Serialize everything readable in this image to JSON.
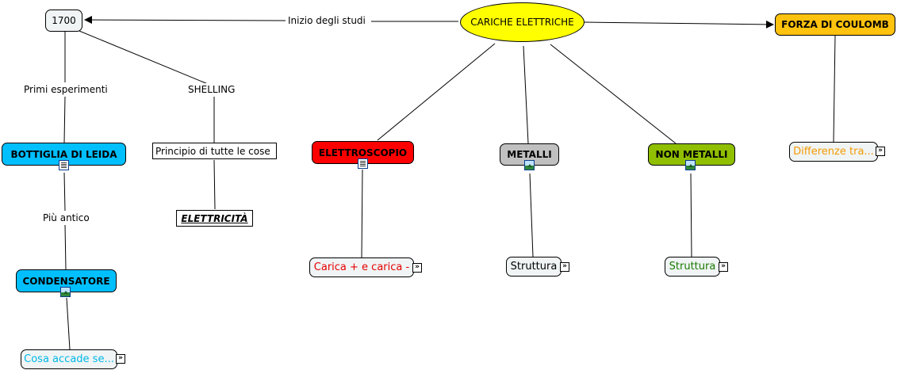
{
  "map": {
    "root": "CARICHE ELETTRICHE",
    "year": "1700",
    "link_inizio": "Inizio degli studi",
    "forza": "FORZA DI COULOMB",
    "differenze": "Differenze tra...",
    "primi": "Primi esperimenti",
    "shelling": "SHELLING",
    "bottiglia": "BOTTIGLIA DI LEIDA",
    "principio": "Principio di tutte le cose",
    "elettricita": "ELETTRICITÀ",
    "piu_antico": "Più antico",
    "condensatore": "CONDENSATORE",
    "cosa_accade": "Cosa accade se...",
    "elettroscopio": "ELETTROSCOPIO",
    "carica": "Carica + e carica -",
    "metalli": "METALLI",
    "struttura_metalli": "Struttura",
    "non_metalli": "NON METALLI",
    "struttura_non_metalli": "Struttura",
    "expand_glyph": "»"
  },
  "colors": {
    "root_fill": "#ffff00",
    "forza_fill": "#ffc20e",
    "blue_node": "#00bfff",
    "elettroscopio_fill": "#ff0000",
    "metalli_fill": "#c0c0c0",
    "non_metalli_fill": "#8fbf00",
    "leaf_fill": "#f0f4f5",
    "orange_text": "#f39a00",
    "cyan_text": "#00b8e6",
    "red_text": "#e60000",
    "green_text": "#1a7a00"
  },
  "icons": [
    "document-icon",
    "image-icon",
    "expand-arrow-icon"
  ]
}
